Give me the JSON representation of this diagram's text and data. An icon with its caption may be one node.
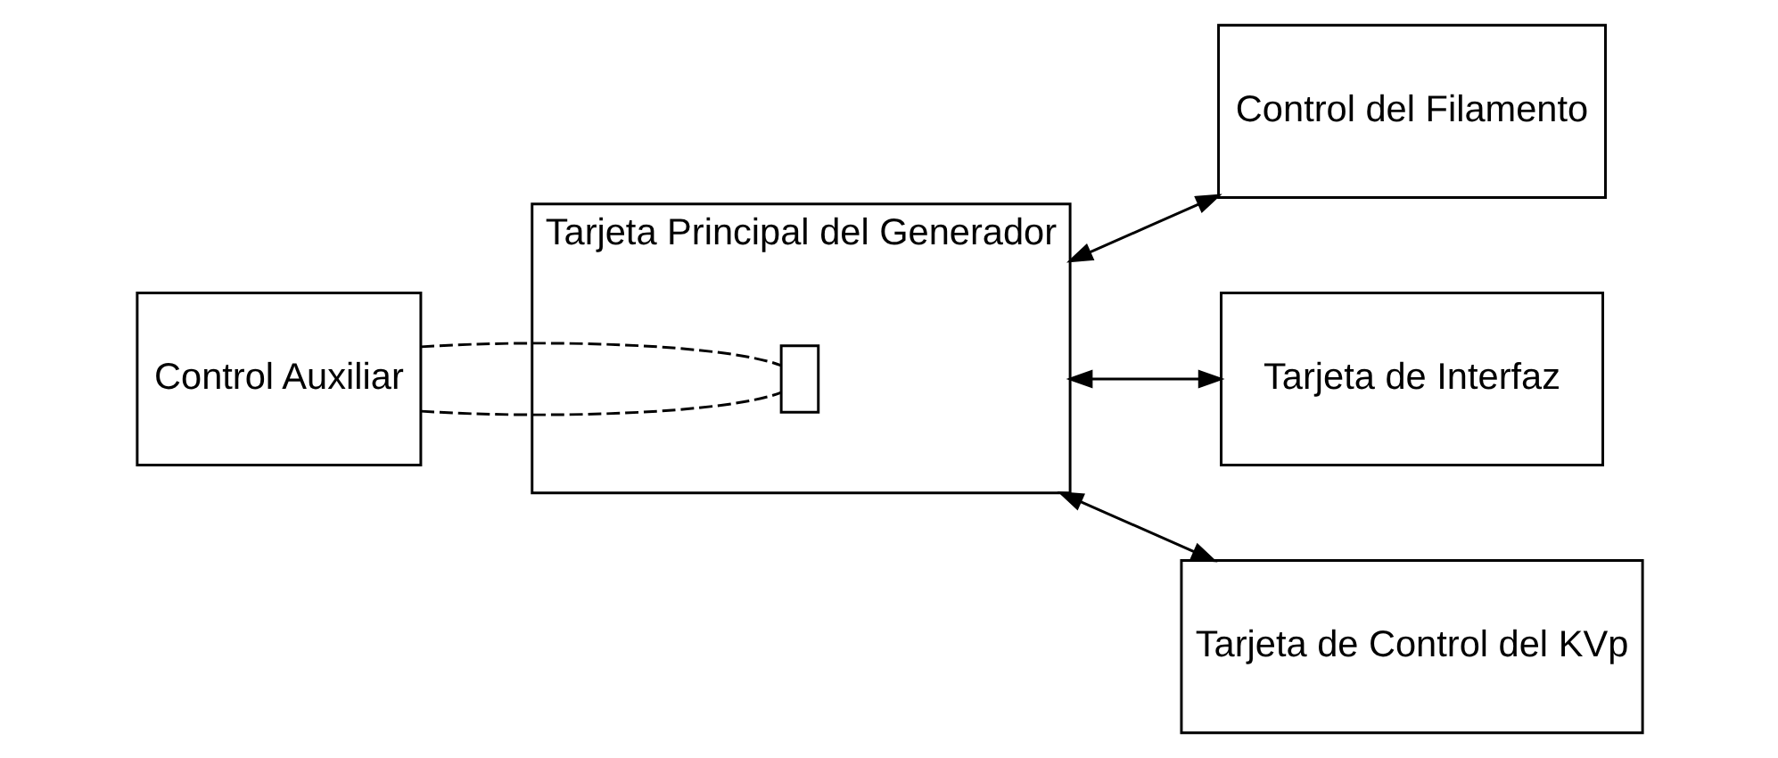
{
  "diagram": {
    "nodes": [
      {
        "text": [
          "Control del Filamento"
        ]
      },
      {
        "text": [
          "Control Auxiliar"
        ]
      },
      {
        "text": [
          "Tarjeta Principal del Generador"
        ]
      },
      {
        "text": [],
        "shape": "box",
        "in": 2
      },
      {
        "text": [
          "Tarjeta de Interfaz"
        ]
      },
      {
        "text": [
          "Tarjeta de Control del KVp"
        ]
      }
    ],
    "edges": [
      {
        "from": 2,
        "to": 0,
        "arrow": "both"
      },
      {
        "from": 2,
        "to": 4,
        "arrow": "both"
      },
      {
        "from": 2,
        "to": 5,
        "arrow": "both"
      },
      {
        "from": 1,
        "to": 3,
        "arrow": "none",
        "style": "dashed"
      },
      {
        "from": 1,
        "to": 3,
        "arrow": "none",
        "style": "dashed"
      }
    ]
  }
}
